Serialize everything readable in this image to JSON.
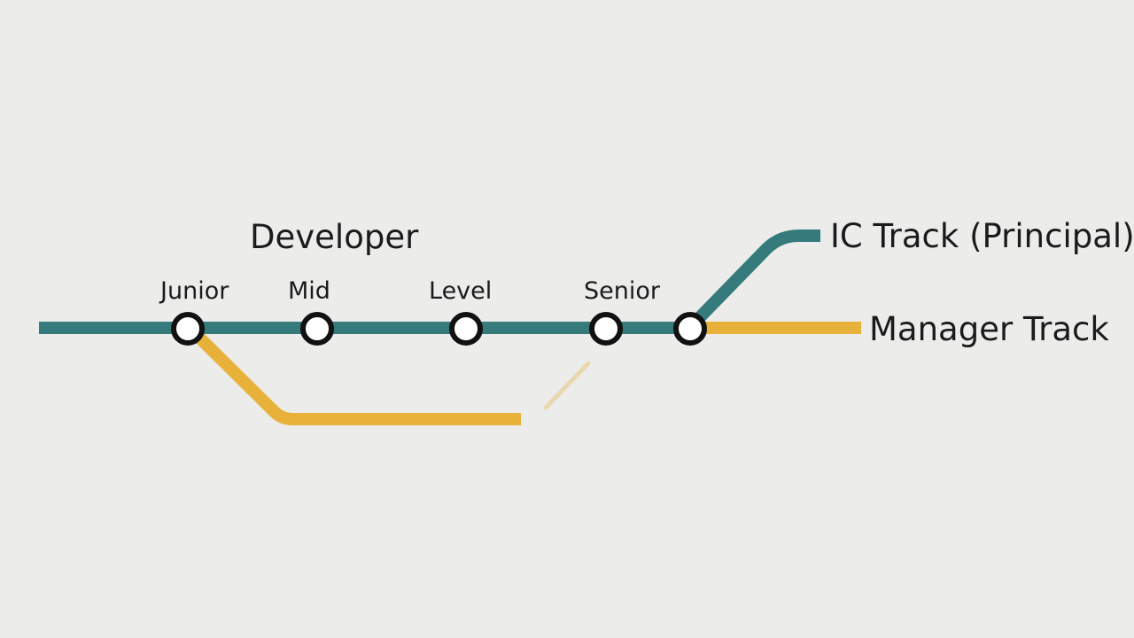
{
  "diagram": {
    "title": "Developer",
    "stages": [
      {
        "label": "Junior"
      },
      {
        "label": "Mid"
      },
      {
        "label": "Level"
      },
      {
        "label": "Senior"
      }
    ],
    "tracks": {
      "ic": "IC Track (Principal)",
      "manager": "Manager Track"
    },
    "colors": {
      "main_line": "#357b7c",
      "manager_line": "#e8b23a",
      "station_stroke": "#111111",
      "station_fill": "#ffffff",
      "background": "#ececeb"
    }
  }
}
